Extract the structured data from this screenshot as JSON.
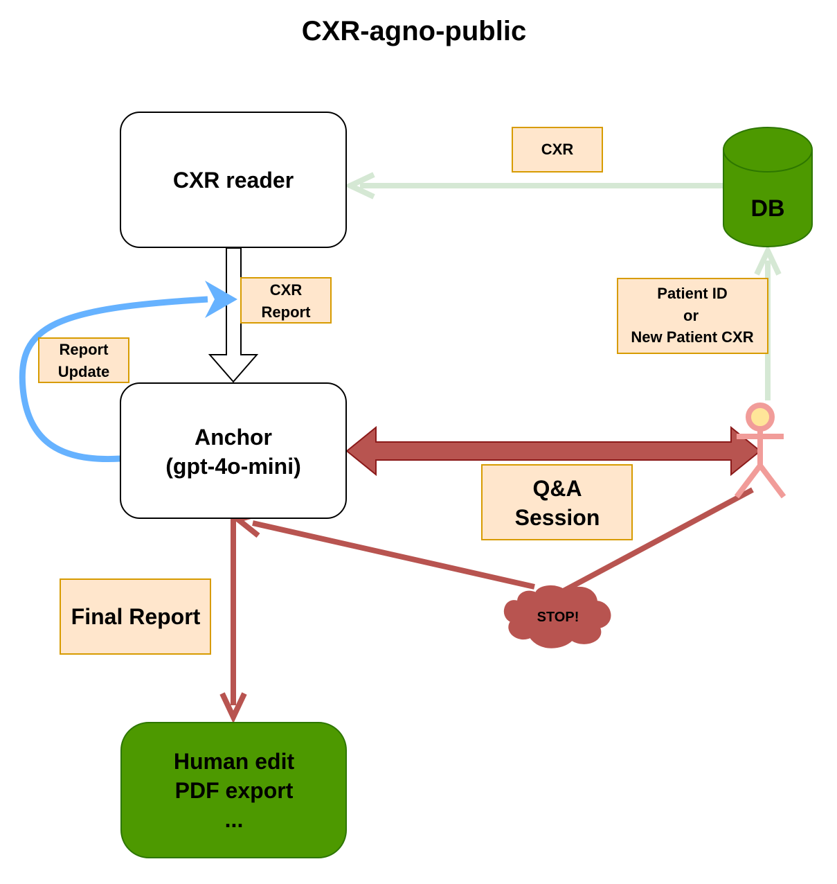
{
  "title": "CXR-agno-public",
  "nodes": {
    "cxr_reader": "CXR reader",
    "anchor_line1": "Anchor",
    "anchor_line2": "(gpt-4o-mini)",
    "output_line1": "Human edit",
    "output_line2": "PDF export",
    "output_line3": "...",
    "db": "DB"
  },
  "labels": {
    "cxr": "CXR",
    "cxr_report_line1": "CXR",
    "cxr_report_line2": "Report",
    "report_update_line1": "Report",
    "report_update_line2": "Update",
    "patient_line1": "Patient ID",
    "patient_line2": "or",
    "patient_line3": "New Patient CXR",
    "qa_line1": "Q&A",
    "qa_line2": "Session",
    "final_report": "Final Report",
    "stop": "STOP!"
  },
  "colors": {
    "label_fill": "#ffe6cc",
    "label_stroke": "#d79b00",
    "green_fill": "#4d9900",
    "green_stroke": "#2d7600",
    "red_arrow": "#b85450",
    "red_arrow_dark": "#8b1a1a",
    "blue_arrow": "#66b2ff",
    "light_green_arrow": "#d5e8d4",
    "actor": "#f19c99",
    "actor_head": "#ffe599"
  }
}
